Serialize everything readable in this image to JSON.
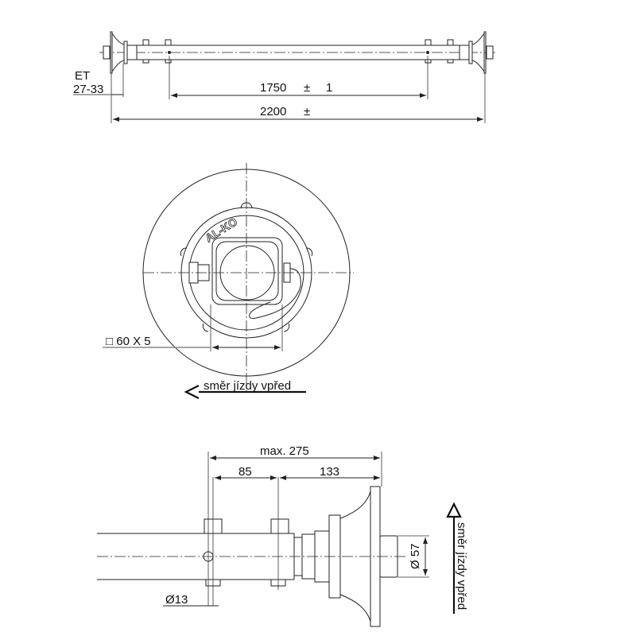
{
  "top_view": {
    "et_label": "ET",
    "et_range": "27-33",
    "dim_1750": "1750",
    "dim_1750_pm": "±",
    "dim_1750_tol": "1",
    "dim_2200": "2200",
    "dim_2200_pm": "±"
  },
  "side_view": {
    "brand": "AL-KO",
    "square_profile": "□ 60 X 5",
    "direction_label": "směr jízdy vpřed"
  },
  "detail_view": {
    "dim_max": "max. 275",
    "dim_85": "85",
    "dim_133": "133",
    "dim_d57": "Ø 57",
    "dim_d13": "Ø13",
    "direction_label": "směr jízdy vpřed"
  }
}
